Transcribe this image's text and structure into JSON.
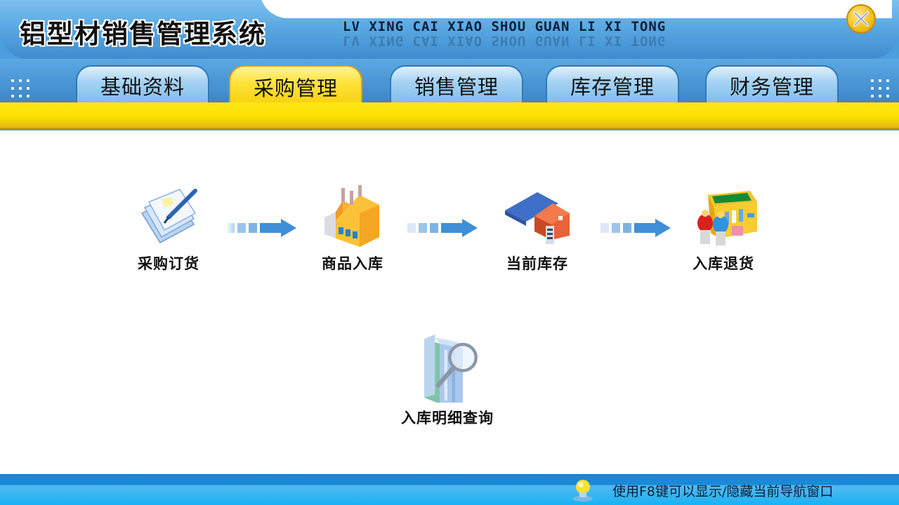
{
  "header": {
    "title": "铝型材销售管理系统",
    "subtitle": "LV XING CAI XIAO SHOU GUAN LI XI TONG",
    "close_icon": "close-icon"
  },
  "tabs": [
    {
      "label": "基础资料",
      "active": false
    },
    {
      "label": "采购管理",
      "active": true
    },
    {
      "label": "销售管理",
      "active": false
    },
    {
      "label": "库存管理",
      "active": false
    },
    {
      "label": "财务管理",
      "active": false
    }
  ],
  "workflow": {
    "items": [
      {
        "label": "采购订货",
        "icon": "purchase-order-icon"
      },
      {
        "label": "商品入库",
        "icon": "factory-stock-in-icon"
      },
      {
        "label": "当前库存",
        "icon": "warehouse-inventory-icon"
      },
      {
        "label": "入库退货",
        "icon": "shop-return-icon"
      },
      {
        "label": "入库明细查询",
        "icon": "folder-search-icon"
      }
    ],
    "arrow_color": "#3d8fd6"
  },
  "footer": {
    "hint": "使用F8键可以显示/隐藏当前导航窗口",
    "hint_icon": "lightbulb-icon"
  },
  "colors": {
    "header_blue": "#4d9fdc",
    "tab_active_yellow": "#ffe23a",
    "yellow_bar": "#fbe200",
    "footer_blue": "#17b2f5"
  }
}
